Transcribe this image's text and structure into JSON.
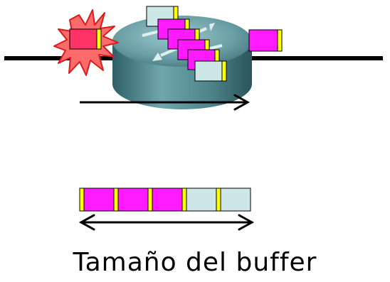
{
  "caption": "Tamaño del buffer",
  "colors": {
    "packet_full": "#ff1aff",
    "packet_empty": "#cde6e8",
    "packet_header": "#ffff00",
    "dropped_packet": "#ff3366",
    "explosion": "#ff6a6a",
    "link": "#000000",
    "router_body": "#4f8a90",
    "router_top": "#6ea7ad"
  },
  "icons": {
    "router": "router-icon",
    "drop": "explosion-icon",
    "arrow": "arrow-right-icon",
    "double_arrow": "double-arrow-icon"
  },
  "buffer": {
    "slots": [
      "full",
      "full",
      "full",
      "empty",
      "empty"
    ]
  }
}
